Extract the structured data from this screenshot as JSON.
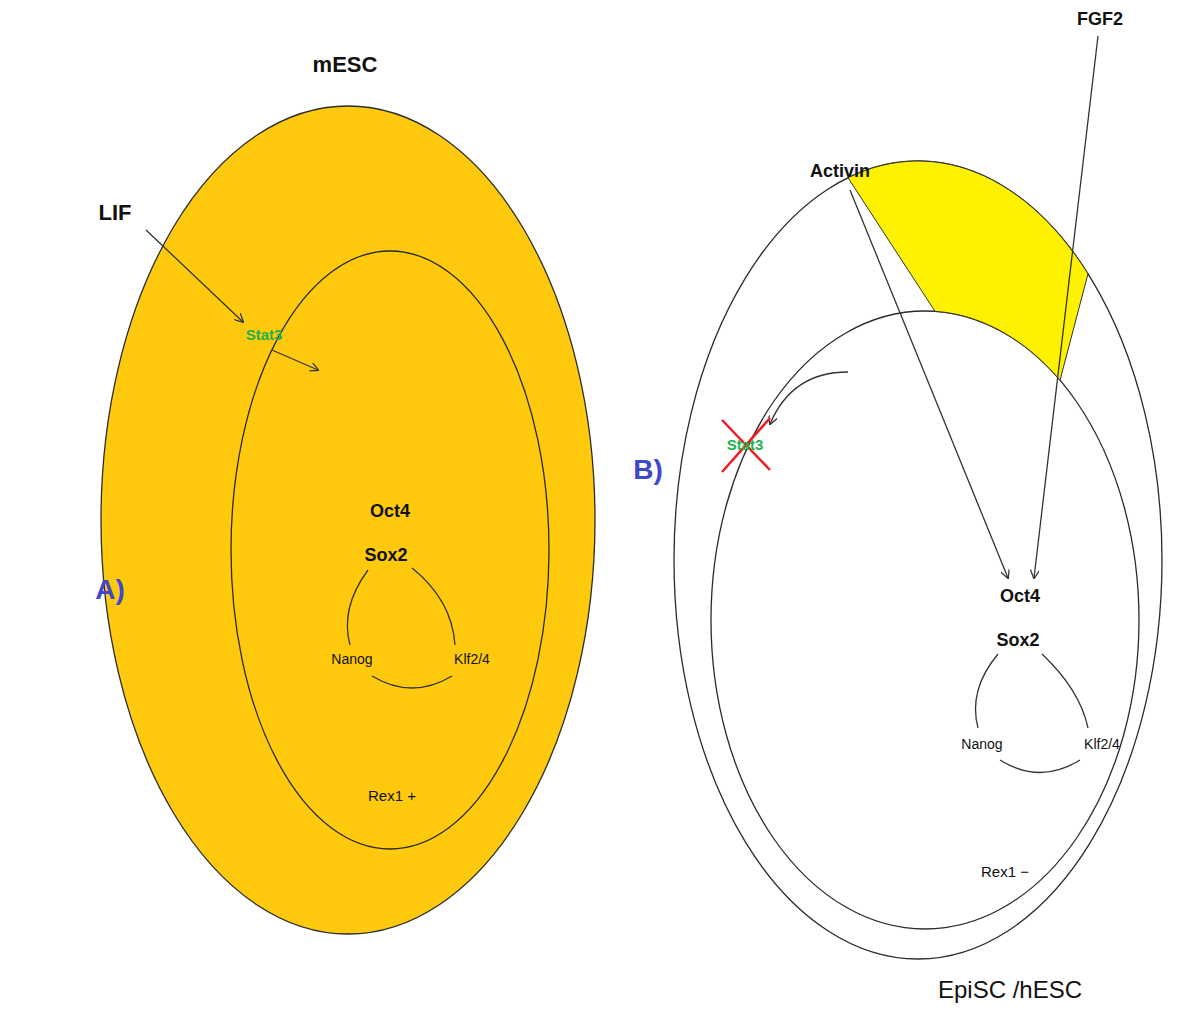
{
  "diagram": {
    "nodes": [
      {
        "text": [
          "mESC",
          "LIF"
        ]
      },
      {
        "text": [
          "Stat3",
          "Oct4",
          "Sox2",
          "Nanog",
          "Klf2/4",
          "Rex1 +"
        ],
        "in": 0
      },
      {
        "text": [
          "EpiSC /hESC",
          "Activin",
          "FGF2"
        ]
      },
      {
        "text": [
          "Stat3",
          "Oct4",
          "Sox2",
          "Nanog",
          "Klf2/4",
          "Rex1 −"
        ],
        "in": 2
      }
    ],
    "labels": [
      "A)",
      "B)"
    ]
  }
}
